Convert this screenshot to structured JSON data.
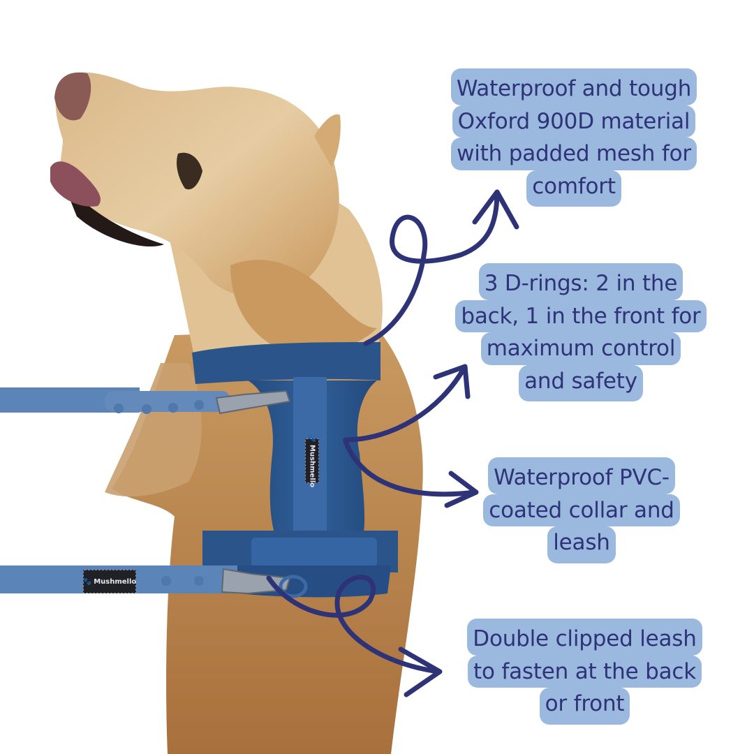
{
  "image": {
    "subject": "golden retriever wearing blue harness with double clipped leash",
    "background_color": "#ffffff",
    "accent_colors": {
      "callout_background": "#9bb8df",
      "callout_text": "#2e3378",
      "arrow": "#2e3378",
      "harness_blue": "#2d5b91",
      "leash_blue": "#5b84b8",
      "fur_light": "#e2c69a",
      "fur_dark": "#b07a45"
    }
  },
  "brand": {
    "harness_label": "Mushmello",
    "leash_label": "Mushmello",
    "logo_icon": "paw-print-icon"
  },
  "callouts": [
    {
      "id": "material",
      "lines": [
        "Waterproof and tough",
        "Oxford 900D material",
        "with padded mesh for",
        "comfort"
      ]
    },
    {
      "id": "d-rings",
      "lines": [
        "3 D-rings: 2 in the",
        "back, 1 in the front for",
        "maximum control",
        "and safety"
      ]
    },
    {
      "id": "pvc",
      "lines": [
        "Waterproof PVC-",
        "coated collar and",
        "leash"
      ]
    },
    {
      "id": "double-clip",
      "lines": [
        "Double clipped leash",
        "to fasten at the back",
        "or front"
      ]
    }
  ]
}
